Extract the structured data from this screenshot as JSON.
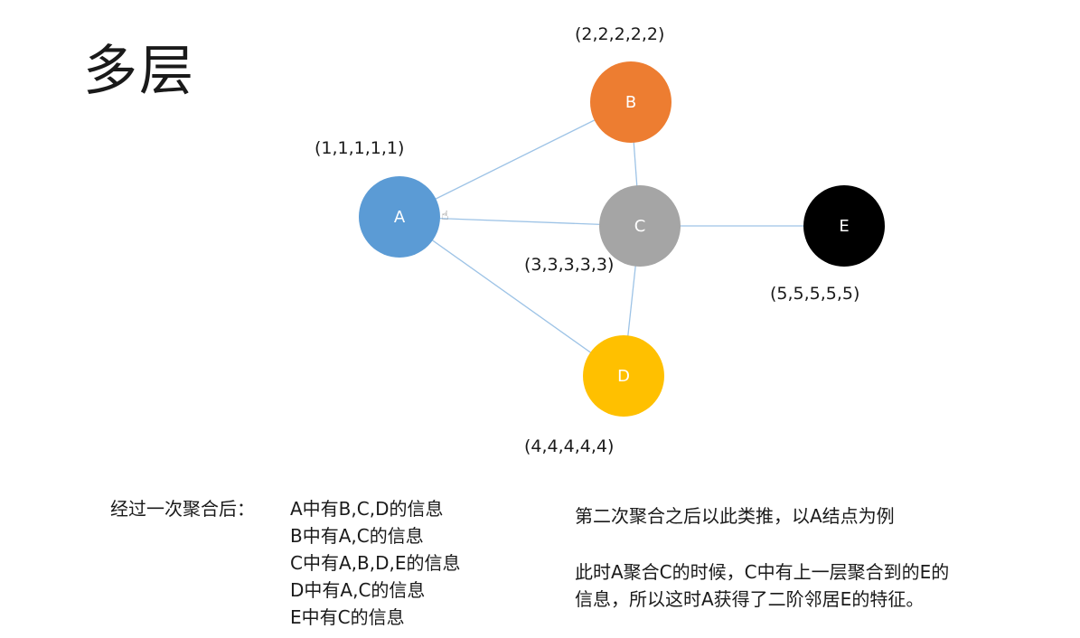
{
  "title": "多层",
  "nodes": [
    {
      "id": "A",
      "label": "A",
      "color": "#5b9bd5",
      "vector": "(1,1,1,1,1)"
    },
    {
      "id": "B",
      "label": "B",
      "color": "#ed7d31",
      "vector": "(2,2,2,2,2)"
    },
    {
      "id": "C",
      "label": "C",
      "color": "#a5a5a5",
      "vector": "(3,3,3,3,3)"
    },
    {
      "id": "D",
      "label": "D",
      "color": "#ffc000",
      "vector": "(4,4,4,4,4)"
    },
    {
      "id": "E",
      "label": "E",
      "color": "#000000",
      "vector": "(5,5,5,5,5)"
    }
  ],
  "edges": [
    [
      "A",
      "B"
    ],
    [
      "A",
      "C"
    ],
    [
      "A",
      "D"
    ],
    [
      "B",
      "C"
    ],
    [
      "C",
      "D"
    ],
    [
      "C",
      "E"
    ]
  ],
  "edge_color": "#9dc3e6",
  "cursor_icon": "pointer-hand-icon",
  "left_text": {
    "heading": "经过一次聚合后：",
    "items": [
      "A中有B,C,D的信息",
      "B中有A,C的信息",
      "C中有A,B,D,E的信息",
      "D中有A,C的信息",
      "E中有C的信息"
    ]
  },
  "right_text": {
    "line1": "第二次聚合之后以此类推，以A结点为例",
    "line2": "此时A聚合C的时候，C中有上一层聚合到的E的",
    "line3": "信息，所以这时A获得了二阶邻居E的特征。"
  }
}
